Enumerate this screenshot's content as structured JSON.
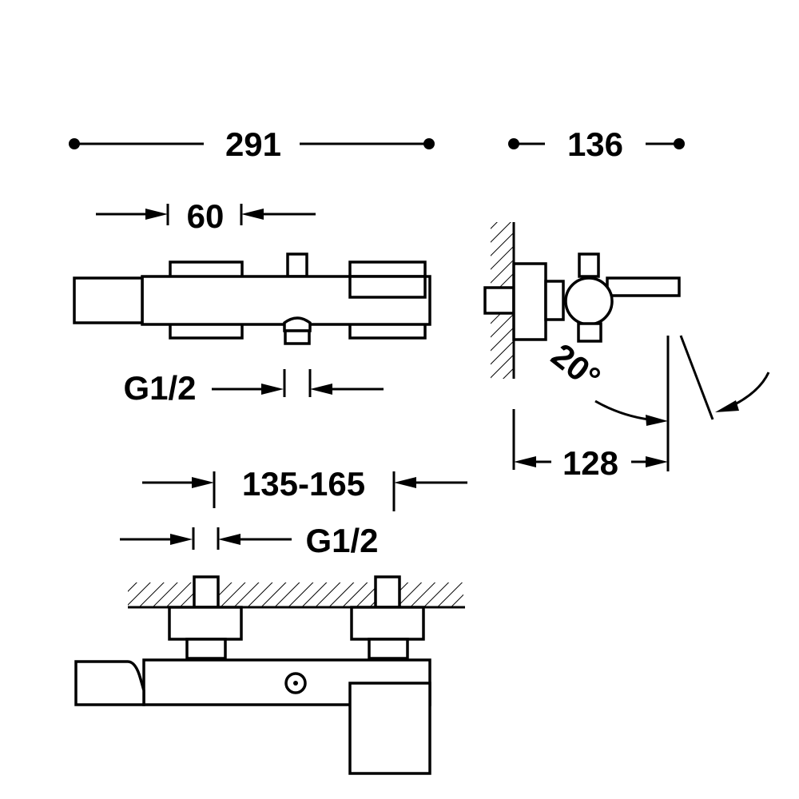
{
  "dimensions": {
    "overall_width": "291",
    "depth": "136",
    "handle_gap": "60",
    "outlet_thread": "G1/2",
    "spout_projection": "128",
    "spout_angle": "20°",
    "inlet_centers": "135-165",
    "inlet_thread": "G1/2"
  }
}
